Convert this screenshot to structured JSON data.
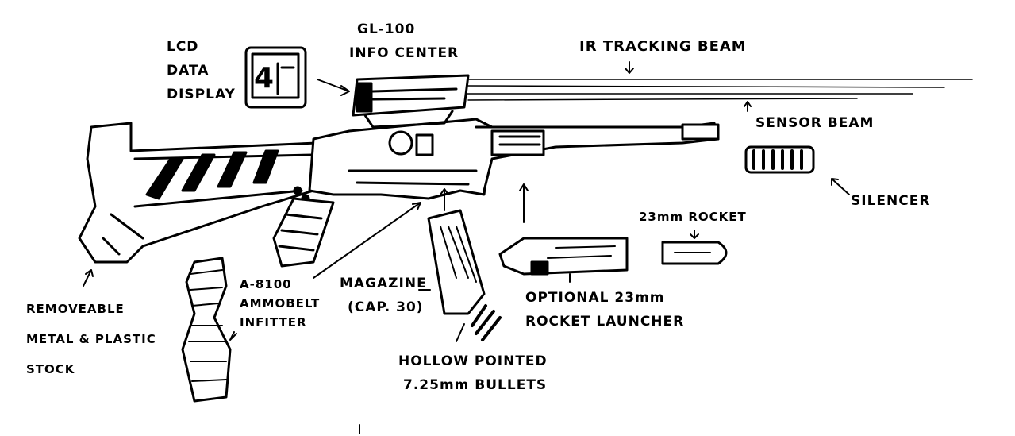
{
  "labels": {
    "lcd_display": [
      "LCD",
      "DATA",
      "DISPLAY"
    ],
    "info_center": [
      "GL-100",
      "INFO CENTER"
    ],
    "ir_beam": "IR TRACKING BEAM",
    "sensor_beam": "SENSOR BEAM",
    "silencer": "SILENCER",
    "rocket": "23mm ROCKET",
    "rocket_launcher": [
      "OPTIONAL 23mm",
      "ROCKET LAUNCHER"
    ],
    "magazine": [
      "MAGAZINE",
      "(CAP. 30)"
    ],
    "bullets": [
      "HOLLOW POINTED",
      "7.25mm BULLETS"
    ],
    "ammobelt": [
      "A-8100",
      "AMMOBELT",
      "INFITTER"
    ],
    "stock": [
      "REMOVEABLE",
      "METAL & PLASTIC",
      "STOCK"
    ],
    "lcd_screen_digit": "4"
  },
  "colors": {
    "ink": "#000000",
    "paper": "#ffffff"
  }
}
